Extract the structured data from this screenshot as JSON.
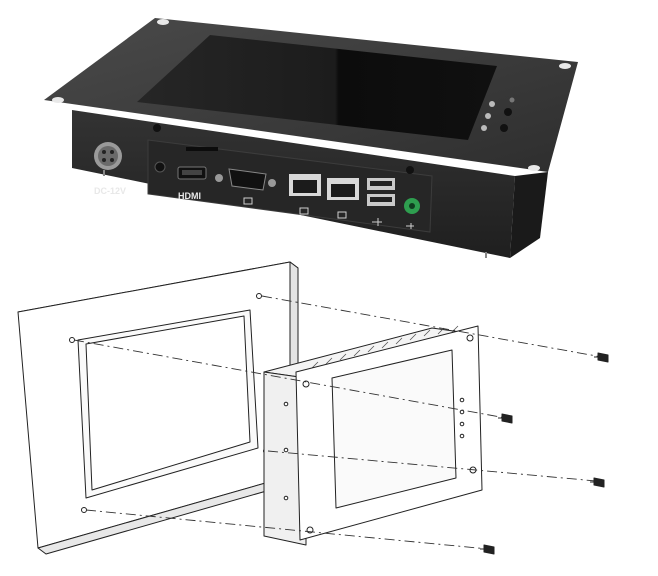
{
  "product_photo": {
    "labels": {
      "power": "DC-12V",
      "hdmi": "HDMI"
    }
  },
  "assembly_diagram": {
    "screws_count": 4
  },
  "colors": {
    "chassis_top": "#3a3a3a",
    "chassis_front": "#2b2b2b",
    "screen": "#151515",
    "accent_green": "#2e9e4f",
    "drawing_line": "#222222"
  }
}
